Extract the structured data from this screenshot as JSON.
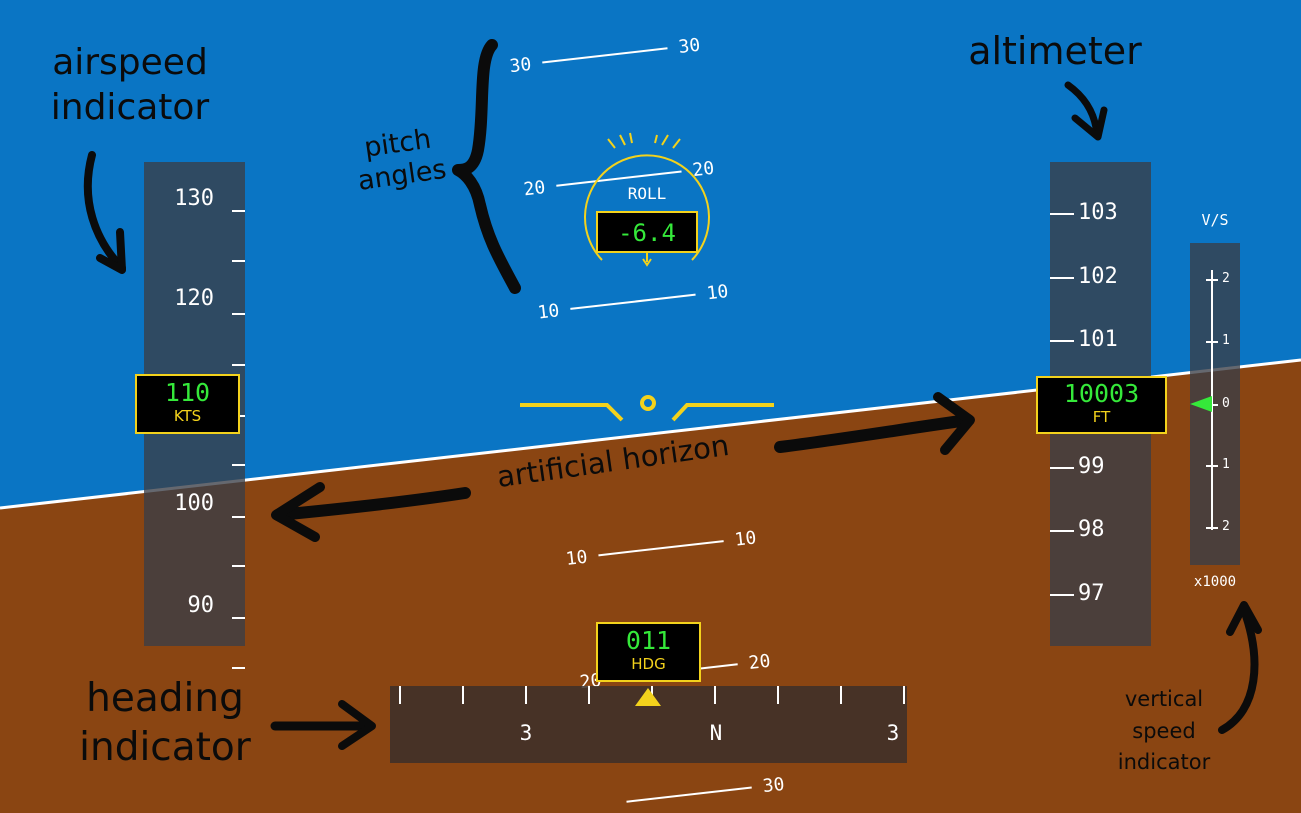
{
  "colors": {
    "sky": "#0a75c4",
    "ground": "#8a4512",
    "accent": "#f3d21c",
    "readout_text": "#35e93a",
    "tape_bg": "#3a3e46"
  },
  "annotations": {
    "airspeed": [
      "airspeed",
      "indicator"
    ],
    "pitch": [
      "pitch",
      "angles"
    ],
    "altimeter": "altimeter",
    "horizon": "artificial horizon",
    "heading": [
      "heading",
      "indicator"
    ],
    "vertical_speed": [
      "vertical",
      "speed",
      "indicator"
    ]
  },
  "airspeed_tape": {
    "value": "110",
    "unit": "KTS",
    "labels": [
      "130",
      "120",
      "100",
      "90"
    ]
  },
  "altimeter_tape": {
    "value": "10003",
    "unit": "FT",
    "labels": [
      "103",
      "102",
      "101",
      "99",
      "98",
      "97"
    ]
  },
  "vsi": {
    "title": "V/S",
    "labels": [
      "2",
      "1",
      "0",
      "1",
      "2"
    ],
    "multiplier": "x1000",
    "value": 0
  },
  "roll": {
    "label": "ROLL",
    "value": "-6.4"
  },
  "pitch_ladder": {
    "rungs": [
      {
        "pitch": 30,
        "left": "30",
        "right": "30"
      },
      {
        "pitch": 20,
        "left": "20",
        "right": "20"
      },
      {
        "pitch": 10,
        "left": "10",
        "right": "10"
      },
      {
        "pitch": -10,
        "left": "10",
        "right": "10"
      },
      {
        "pitch": -20,
        "left": "20",
        "right": "20"
      },
      {
        "pitch": -30,
        "left": "",
        "right": "30"
      }
    ]
  },
  "heading": {
    "value": "011",
    "unit": "HDG",
    "scale_labels": [
      "3",
      "N",
      "3"
    ]
  }
}
